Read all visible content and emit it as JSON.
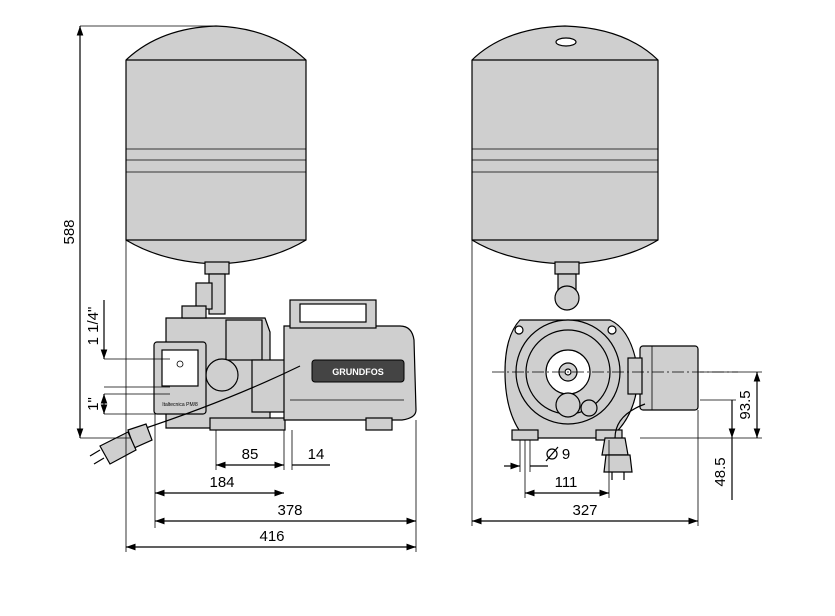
{
  "brand_label": "GRUNDFOS",
  "controller_label": "Italtecnica PM/8",
  "dimensions": {
    "height_total": "588",
    "conn_upper": "1 1/4\"",
    "conn_lower": "1\"",
    "d85": "85",
    "d14": "14",
    "d184": "184",
    "d378": "378",
    "d416": "416",
    "hole_diameter": "9",
    "d111": "111",
    "d327": "327",
    "d93_5": "93.5",
    "d48_5": "48.5"
  },
  "colors": {
    "housing": "#cfcfcf",
    "outline": "#000000"
  }
}
